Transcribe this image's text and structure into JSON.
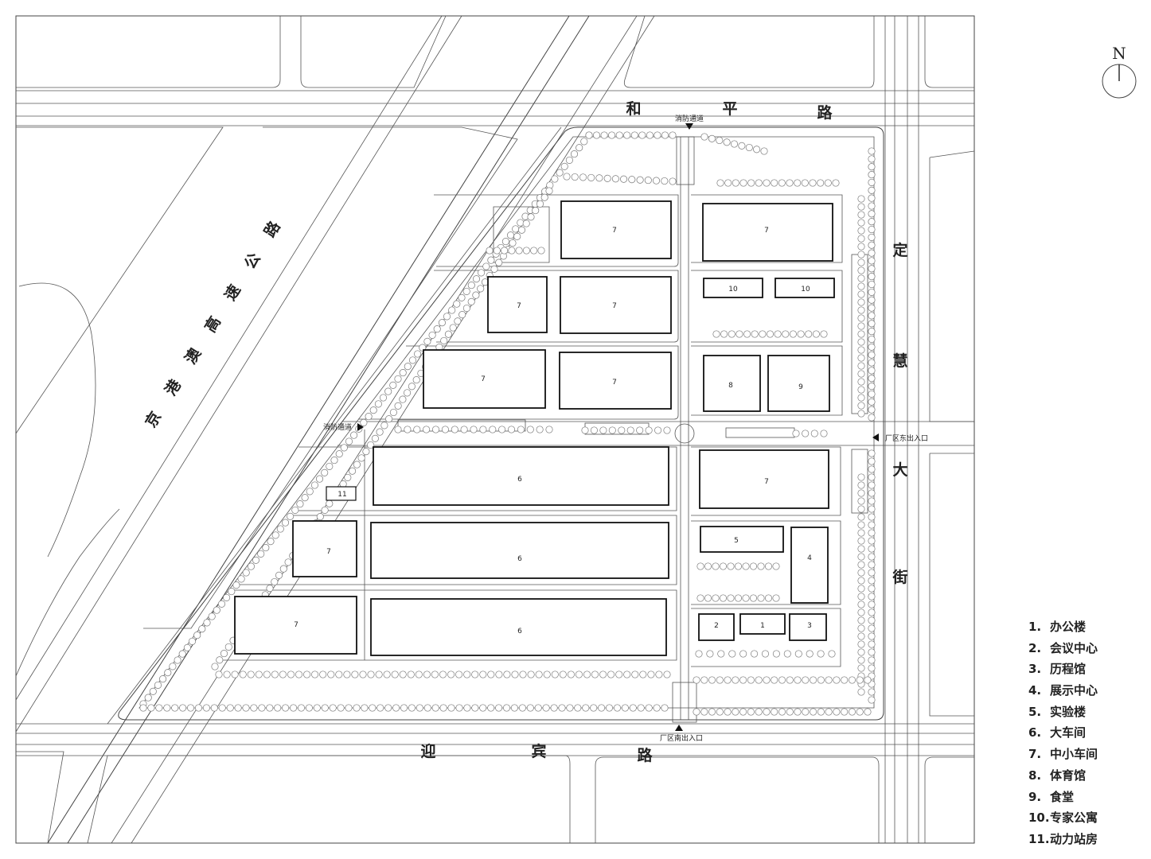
{
  "roads": {
    "north": [
      "和",
      "平",
      "路"
    ],
    "south": [
      "迎",
      "宾",
      "路"
    ],
    "east": [
      "定",
      "慧",
      "大",
      "街"
    ],
    "expressway": [
      "京",
      "港",
      "澳",
      "高",
      "速",
      "公",
      "路"
    ]
  },
  "gates": {
    "fire_north": "消防通道",
    "fire_west": "消防通道",
    "east_entrance": "厂区东出入口",
    "south_entrance": "厂区南出入口"
  },
  "compass": {
    "label": "N"
  },
  "buildings": [
    {
      "id": "7"
    },
    {
      "id": "7"
    },
    {
      "id": "7"
    },
    {
      "id": "7"
    },
    {
      "id": "10"
    },
    {
      "id": "10"
    },
    {
      "id": "7"
    },
    {
      "id": "7"
    },
    {
      "id": "8"
    },
    {
      "id": "9"
    },
    {
      "id": "11"
    },
    {
      "id": "6"
    },
    {
      "id": "7"
    },
    {
      "id": "7"
    },
    {
      "id": "6"
    },
    {
      "id": "5"
    },
    {
      "id": "4"
    },
    {
      "id": "7"
    },
    {
      "id": "6"
    },
    {
      "id": "2"
    },
    {
      "id": "1"
    },
    {
      "id": "3"
    }
  ],
  "legend": [
    {
      "num": "1.",
      "label": "办公楼"
    },
    {
      "num": "2.",
      "label": "会议中心"
    },
    {
      "num": "3.",
      "label": "历程馆"
    },
    {
      "num": "4.",
      "label": "展示中心"
    },
    {
      "num": "5.",
      "label": "实验楼"
    },
    {
      "num": "6.",
      "label": "大车间"
    },
    {
      "num": "7.",
      "label": "中小车间"
    },
    {
      "num": "8.",
      "label": "体育馆"
    },
    {
      "num": "9.",
      "label": "食堂"
    },
    {
      "num": "10.",
      "label": "专家公寓"
    },
    {
      "num": "11.",
      "label": "动力站房"
    }
  ],
  "colors": {
    "line": "#444444",
    "building": "#111111",
    "background": "#ffffff"
  }
}
